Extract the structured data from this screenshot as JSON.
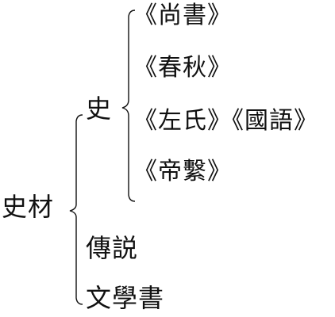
{
  "diagram": {
    "root": "史材",
    "branches": {
      "shi": "史",
      "chuanshuo": "傳説",
      "wenxueshu": "文學書"
    },
    "shi_children": [
      "《尚書》",
      "《春秋》",
      "《左氏》《國語》",
      "《帝繫》"
    ]
  }
}
